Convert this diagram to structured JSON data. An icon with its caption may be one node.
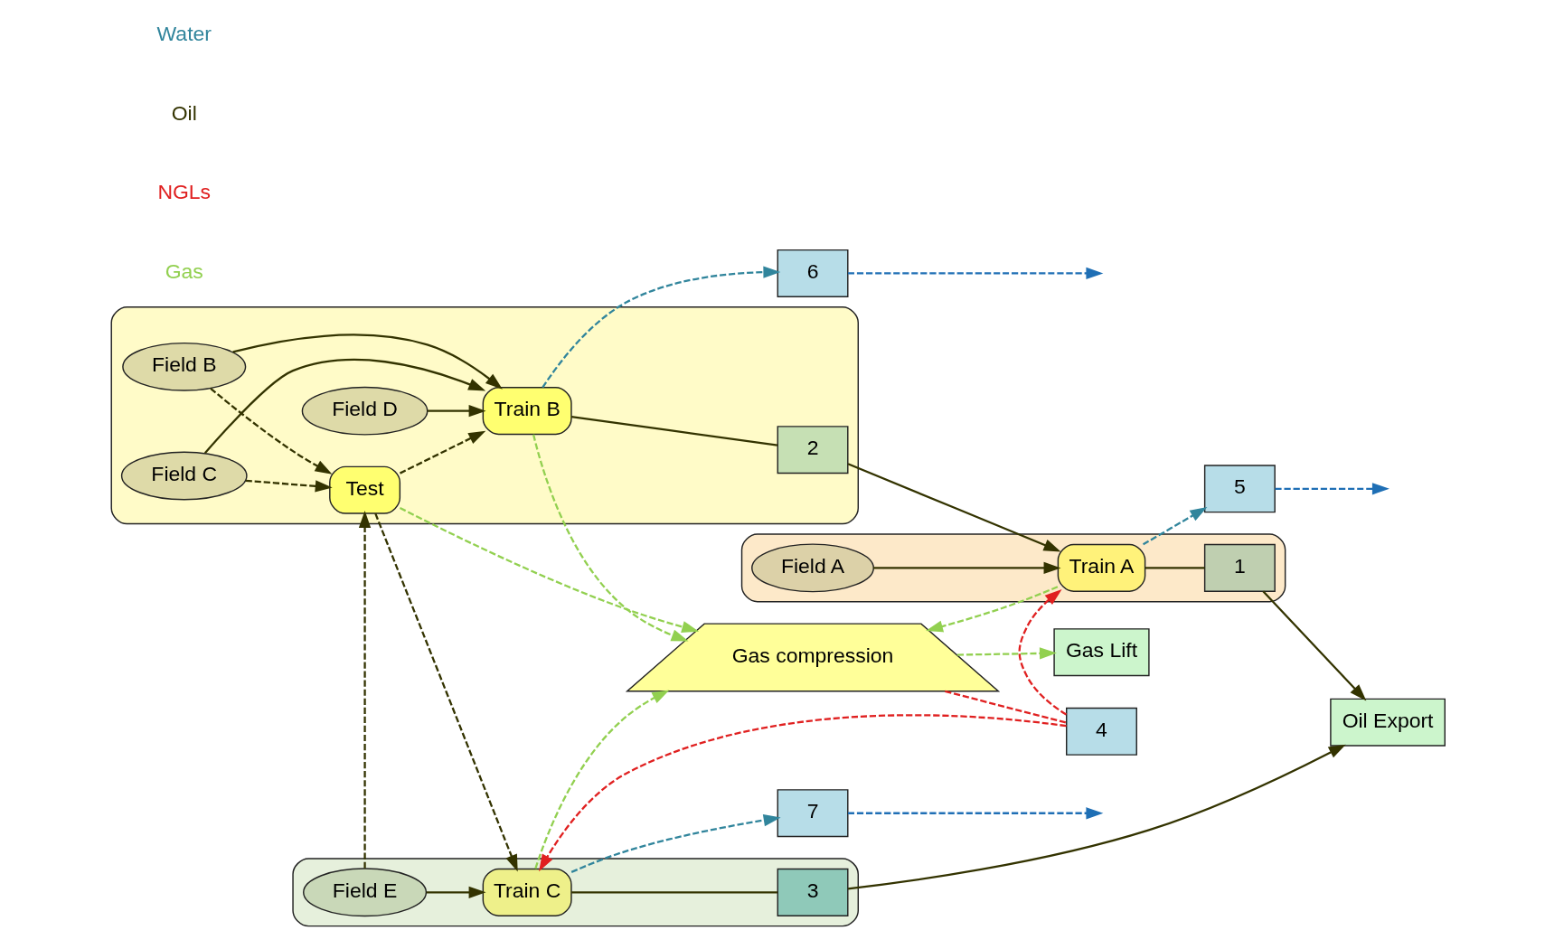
{
  "diagram": {
    "nodes": [
      {
        "text": [
          "Gas compression"
        ]
      },
      {
        "text": [
          "Gas Lift"
        ]
      },
      {
        "text": [
          "4"
        ]
      },
      {
        "text": [],
        "shape": "box"
      },
      {
        "text": [
          "Field A"
        ],
        "in": 3
      },
      {
        "text": [
          "Train A"
        ],
        "in": 3
      },
      {
        "text": [
          "1"
        ],
        "in": 3
      },
      {
        "text": [
          "Oil Export"
        ]
      },
      {
        "text": [],
        "shape": "box"
      },
      {
        "text": [
          "Test"
        ],
        "in": 8
      },
      {
        "text": [
          "Field B"
        ],
        "in": 8
      },
      {
        "text": [
          "Train B"
        ],
        "in": 8
      },
      {
        "text": [
          "2"
        ],
        "in": 8
      },
      {
        "text": [
          "Field C"
        ],
        "in": 8
      },
      {
        "text": [
          "Field D"
        ],
        "in": 8
      },
      {
        "text": [
          "5"
        ]
      },
      {
        "text": [
          "6"
        ]
      },
      {
        "text": [
          "7"
        ]
      },
      {
        "text": [],
        "shape": "box"
      },
      {
        "text": [
          "Field E"
        ],
        "in": 18
      },
      {
        "text": [
          "Train C"
        ],
        "in": 18
      },
      {
        "text": [
          "3"
        ],
        "in": 18
      }
    ],
    "edges": [
      {
        "from": 4,
        "to": 5,
        "arrow": "to"
      },
      {
        "from": 5,
        "to": 6,
        "arrow": "none"
      },
      {
        "from": 6,
        "to": 7,
        "arrow": "to"
      },
      {
        "from": 11,
        "to": 12,
        "arrow": "none"
      },
      {
        "from": 12,
        "to": 5,
        "arrow": "to"
      },
      {
        "from": 20,
        "to": 21,
        "arrow": "none"
      },
      {
        "from": 21,
        "to": 7,
        "arrow": "to"
      },
      {
        "from": 10,
        "to": 11,
        "arrow": "to"
      },
      {
        "from": 13,
        "to": 11,
        "arrow": "to"
      },
      {
        "from": 14,
        "to": 11,
        "arrow": "to"
      },
      {
        "from": 19,
        "to": 20,
        "arrow": "to"
      },
      {
        "from": 10,
        "to": 9,
        "arrow": "to",
        "style": "dashed"
      },
      {
        "from": 13,
        "to": 9,
        "arrow": "to",
        "style": "dashed"
      },
      {
        "from": 19,
        "to": 9,
        "arrow": "to",
        "style": "dashed"
      },
      {
        "from": 9,
        "to": 11,
        "arrow": "to",
        "style": "dashed"
      },
      {
        "from": 9,
        "to": 20,
        "arrow": "to",
        "style": "dashed"
      },
      {
        "from": 9,
        "to": 0,
        "arrow": "to",
        "style": "dashed",
        "color": "#92d050"
      },
      {
        "from": 5,
        "to": 0,
        "arrow": "to",
        "style": "dashed",
        "color": "#92d050"
      },
      {
        "from": 11,
        "to": 0,
        "arrow": "to",
        "style": "dashed",
        "color": "#92d050"
      },
      {
        "from": 20,
        "to": 0,
        "arrow": "to",
        "style": "dashed",
        "color": "#92d050"
      },
      {
        "from": 0,
        "to": 1,
        "arrow": "to",
        "style": "dashed",
        "color": "#92d050"
      },
      {
        "from": 0,
        "to": 2,
        "arrow": "none",
        "style": "dashed",
        "color": "#e02020"
      },
      {
        "from": 2,
        "to": 5,
        "arrow": "to",
        "style": "dashed",
        "color": "#e02020"
      },
      {
        "from": 2,
        "to": 20,
        "arrow": "to",
        "style": "dashed",
        "color": "#e02020"
      },
      {
        "from": 5,
        "to": 15,
        "arrow": "to",
        "style": "dashed",
        "color": "#31859c"
      },
      {
        "from": 11,
        "to": 16,
        "arrow": "to",
        "style": "dashed",
        "color": "#31859c"
      },
      {
        "from": 20,
        "to": 17,
        "arrow": "to",
        "style": "dashed",
        "color": "#31859c"
      },
      {
        "from": 15,
        "to": null,
        "arrow": "to",
        "style": "dashed",
        "color": "#1f6fb5"
      },
      {
        "from": 16,
        "to": null,
        "arrow": "to",
        "style": "dashed",
        "color": "#1f6fb5"
      },
      {
        "from": 17,
        "to": null,
        "arrow": "to",
        "style": "dashed",
        "color": "#1f6fb5"
      }
    ],
    "labels": [
      "Gas",
      "NGLs",
      "Oil",
      "Water"
    ]
  }
}
